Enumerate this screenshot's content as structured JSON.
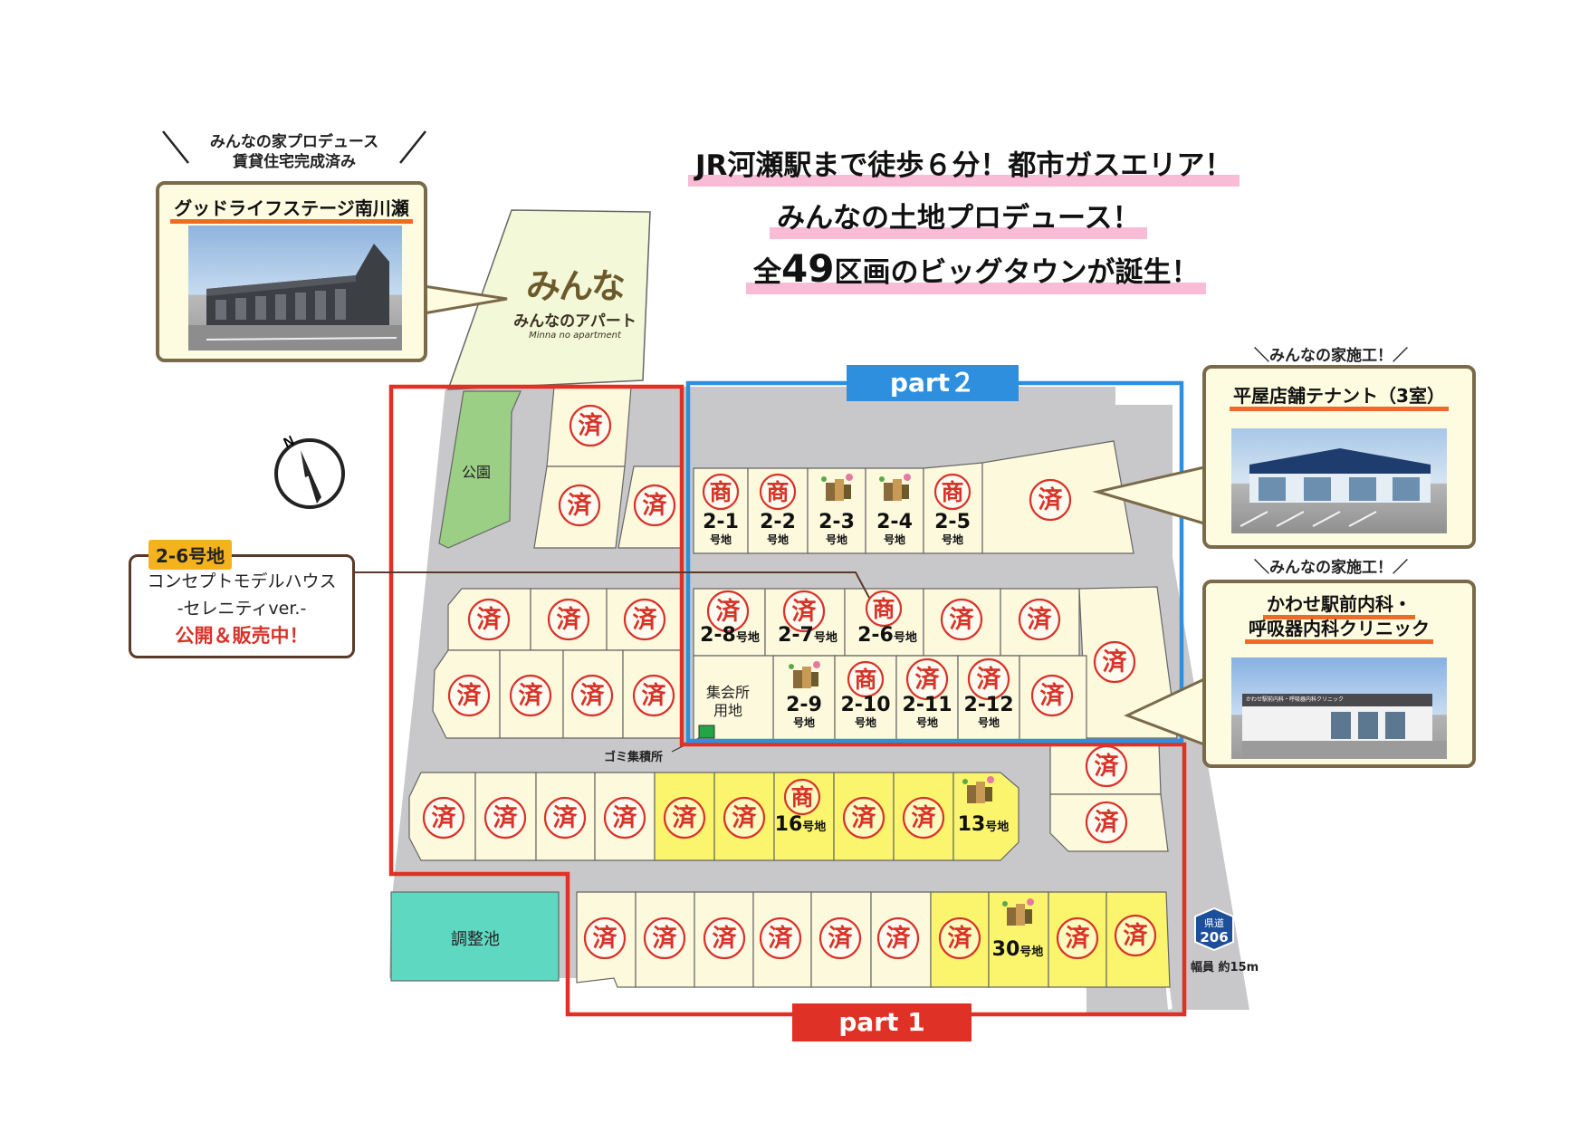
{
  "headlines": {
    "line1": "JR河瀬駅まで徒歩６分！都市ガスエリア！",
    "line2": "みんなの土地プロデュース！",
    "line3_pre": "全",
    "line3_big": "49",
    "line3_post": "区画のビッグタウンが誕生！"
  },
  "apartment": {
    "caption_line1": "みんなの家プロデュース",
    "caption_line2": "賃貸住宅完成済み",
    "title": "グッドライフステージ南川瀬",
    "logo_mark": "みんな",
    "logo_name": "みんなのアパート",
    "logo_sub": "Minna no apartment"
  },
  "store": {
    "caption": "＼みんなの家施工！／",
    "title": "平屋店舗テナント（3室）"
  },
  "clinic": {
    "caption": "＼みんなの家施工！／",
    "title_line1": "かわせ駅前内科・",
    "title_line2": "呼吸器内科クリニック",
    "sign": "かわせ駅前内科・呼吸器内科クリニック"
  },
  "model_house": {
    "tag": "2-6号地",
    "line1": "コンセプトモデルハウス",
    "line2": "-セレニティver.-",
    "line3": "公開＆販売中！"
  },
  "labels": {
    "park": "公園",
    "pond": "調整池",
    "meeting_line1": "集会所",
    "meeting_line2": "用地",
    "garbage": "ゴミ集積所",
    "road_name": "県道",
    "road_number": "206",
    "road_width": "幅員 約15m",
    "compass": "N"
  },
  "parts": {
    "part1": "part 1",
    "part2": "part２"
  },
  "stamps": {
    "sold": "済",
    "commercial": "商"
  },
  "lot_labels": {
    "2-1": {
      "num": "2-1",
      "suffix": "号地"
    },
    "2-2": {
      "num": "2-2",
      "suffix": "号地"
    },
    "2-3": {
      "num": "2-3",
      "suffix": "号地"
    },
    "2-4": {
      "num": "2-4",
      "suffix": "号地"
    },
    "2-5": {
      "num": "2-5",
      "suffix": "号地"
    },
    "2-8": {
      "num": "2-8",
      "suffix": "号地"
    },
    "2-7": {
      "num": "2-7",
      "suffix": "号地"
    },
    "2-6": {
      "num": "2-6",
      "suffix": "号地"
    },
    "2-9": {
      "num": "2-9",
      "suffix": "号地"
    },
    "2-10": {
      "num": "2-10",
      "suffix": "号地"
    },
    "2-11": {
      "num": "2-11",
      "suffix": "号地"
    },
    "2-12": {
      "num": "2-12",
      "suffix": "号地"
    },
    "16": {
      "num": "16",
      "suffix": "号地"
    },
    "13": {
      "num": "13",
      "suffix": "号地"
    },
    "30": {
      "num": "30",
      "suffix": "号地"
    }
  },
  "colors": {
    "road": "#c8c8ca",
    "lot_cream": "#fdf9dd",
    "lot_yellow": "#fbf56e",
    "park": "#9ccf86",
    "pond": "#5fd8c2",
    "part1_border": "#e03127",
    "part2_border": "#2e8fde",
    "stamp": "#d8332a",
    "highlight": "#f8bcd6"
  }
}
